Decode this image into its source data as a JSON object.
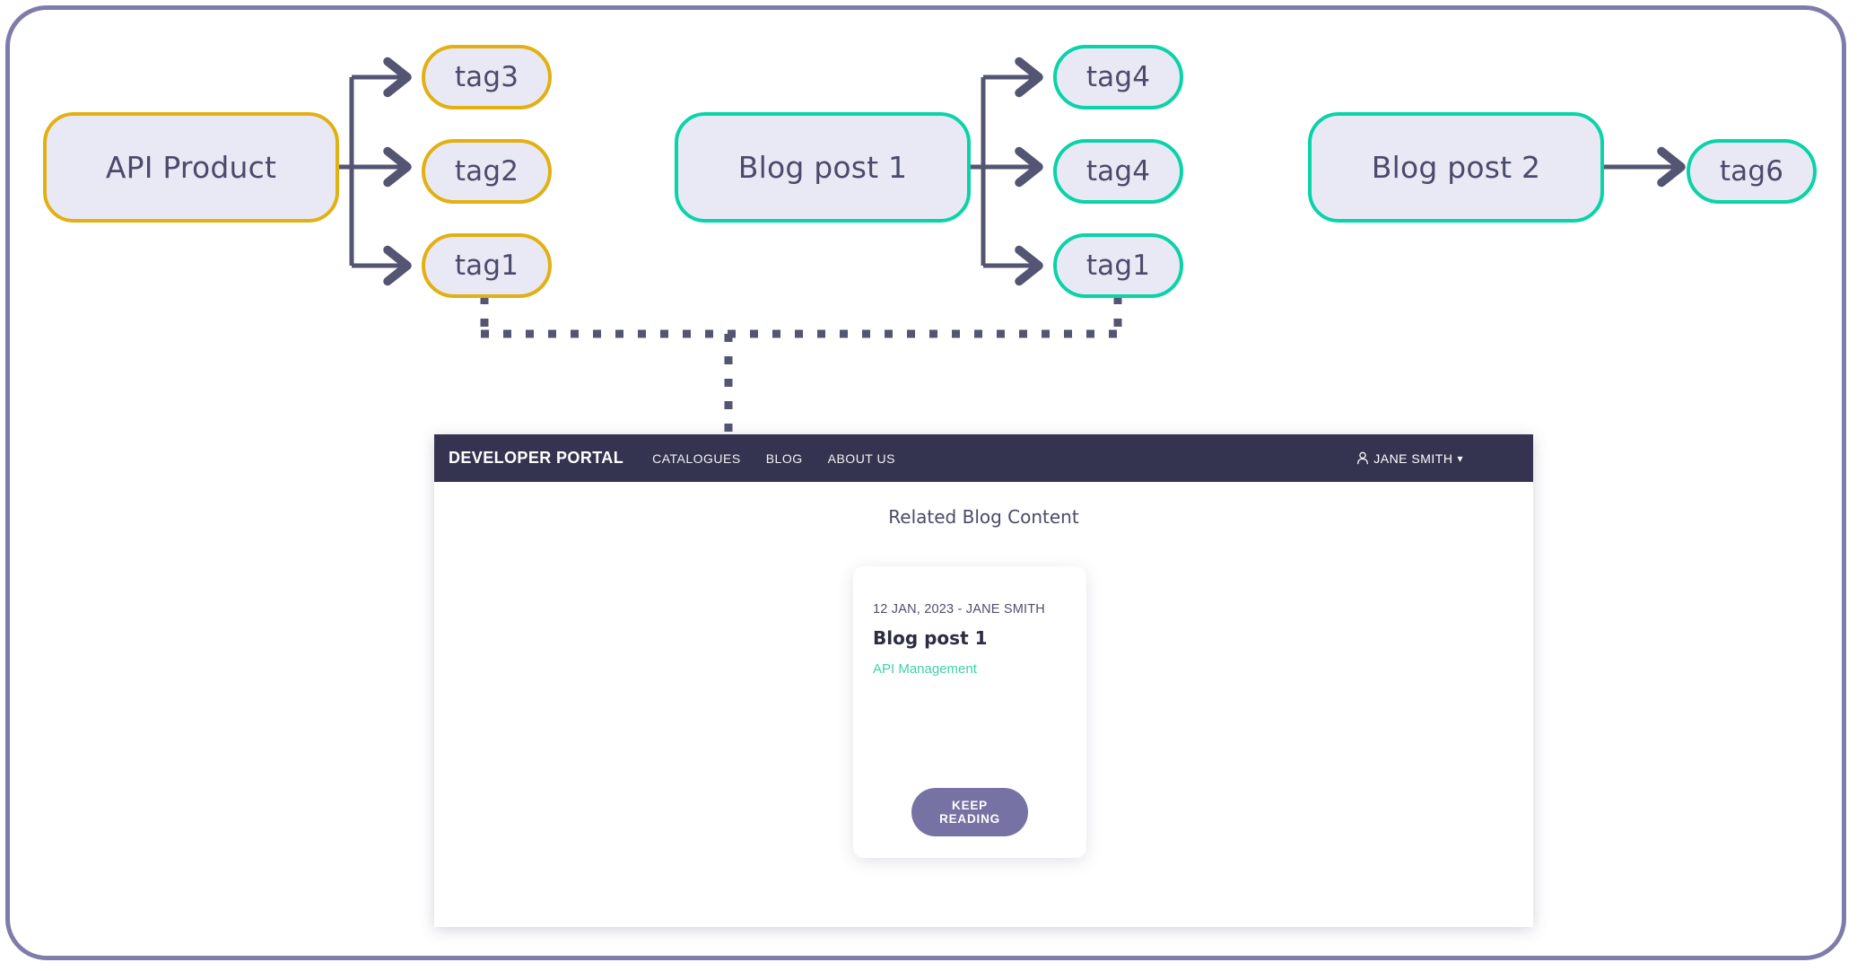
{
  "diagram": {
    "nodes": [
      {
        "id": "api-product",
        "label": "API Product",
        "kind": "entity",
        "color": "#e2b012"
      },
      {
        "id": "tag3-gold",
        "label": "tag3",
        "kind": "tag",
        "color": "#e2b012"
      },
      {
        "id": "tag2-gold",
        "label": "tag2",
        "kind": "tag",
        "color": "#e2b012"
      },
      {
        "id": "tag1-gold",
        "label": "tag1",
        "kind": "tag",
        "color": "#e2b012"
      },
      {
        "id": "blog-post-1",
        "label": "Blog post 1",
        "kind": "entity",
        "color": "#0ad3a8"
      },
      {
        "id": "tag4-teal-a",
        "label": "tag4",
        "kind": "tag",
        "color": "#0ad3a8"
      },
      {
        "id": "tag4-teal-b",
        "label": "tag4",
        "kind": "tag",
        "color": "#0ad3a8"
      },
      {
        "id": "tag1-teal",
        "label": "tag1",
        "kind": "tag",
        "color": "#0ad3a8"
      },
      {
        "id": "blog-post-2",
        "label": "Blog post 2",
        "kind": "entity",
        "color": "#0ad3a8"
      },
      {
        "id": "tag6-teal",
        "label": "tag6",
        "kind": "tag",
        "color": "#0ad3a8"
      }
    ],
    "connector_color": "#545473",
    "match_link": {
      "from": "tag1-gold",
      "to": "tag1-teal",
      "style": "dashed",
      "target": "blog-card"
    }
  },
  "portal": {
    "brand": "DEVELOPER PORTAL",
    "nav": [
      {
        "label": "CATALOGUES"
      },
      {
        "label": "BLOG"
      },
      {
        "label": "ABOUT US"
      }
    ],
    "user": {
      "name": "JANE SMITH",
      "caret": "▾"
    },
    "related_title": "Related Blog Content",
    "card": {
      "meta": "12 JAN, 2023 - JANE SMITH",
      "title": "Blog post 1",
      "tag": "API Management",
      "button_label": "KEEP READING"
    },
    "colors": {
      "header_bg": "#343450",
      "accent_teal": "#3ed2a7",
      "button_purple": "#7673a4"
    }
  }
}
